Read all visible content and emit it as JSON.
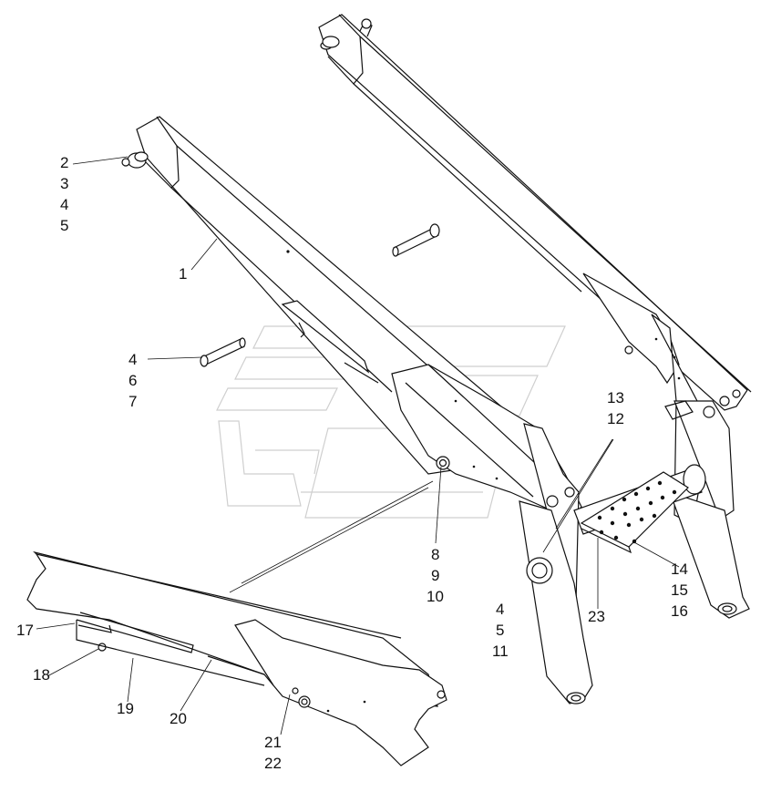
{
  "callouts": [
    {
      "id": "c1",
      "lines": [
        "1"
      ]
    },
    {
      "id": "c2",
      "lines": [
        "2",
        "3",
        "4",
        "5"
      ]
    },
    {
      "id": "c4",
      "lines": [
        "4",
        "6",
        "7"
      ]
    },
    {
      "id": "c8",
      "lines": [
        "8",
        "9",
        "10"
      ]
    },
    {
      "id": "c13",
      "lines": [
        "13",
        "12"
      ]
    },
    {
      "id": "c14",
      "lines": [
        "14",
        "15",
        "16"
      ]
    },
    {
      "id": "c23",
      "lines": [
        "23"
      ]
    },
    {
      "id": "c4b",
      "lines": [
        "4",
        "5",
        "11"
      ]
    },
    {
      "id": "c17",
      "lines": [
        "17"
      ]
    },
    {
      "id": "c18",
      "lines": [
        "18"
      ]
    },
    {
      "id": "c19",
      "lines": [
        "19"
      ]
    },
    {
      "id": "c20",
      "lines": [
        "20"
      ]
    },
    {
      "id": "c21",
      "lines": [
        "21",
        "22"
      ]
    }
  ]
}
